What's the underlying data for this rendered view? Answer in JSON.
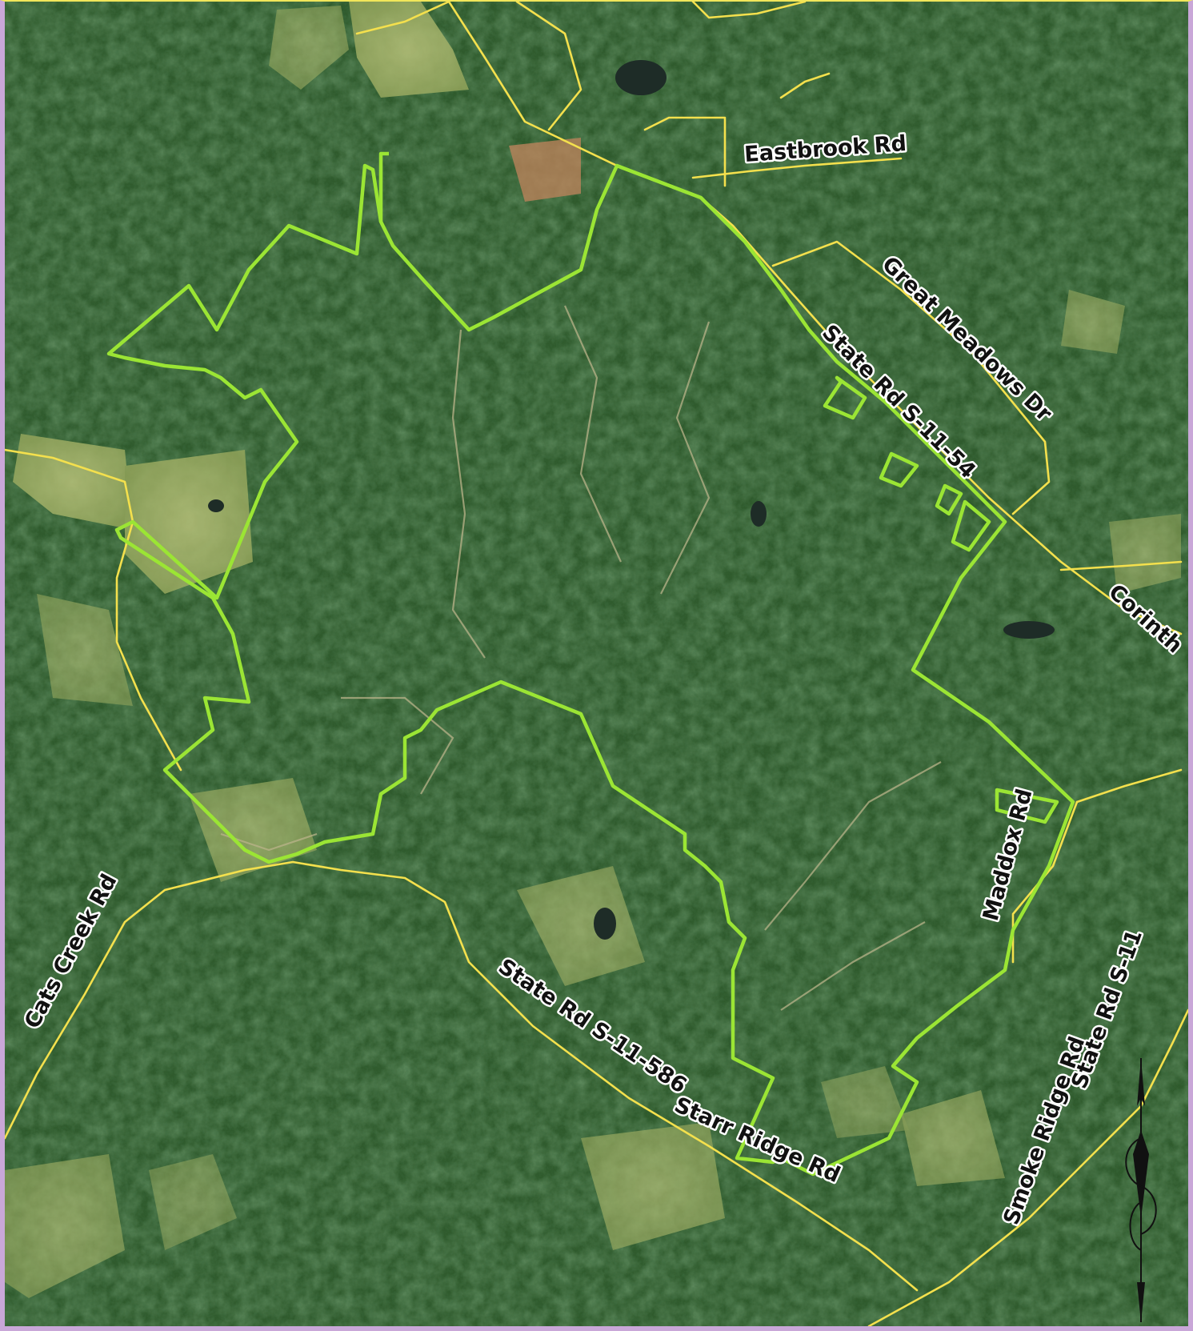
{
  "map": {
    "style": "aerial-imagery",
    "boundary_color": "#9be534",
    "road_color": "#f4e04d",
    "labels": {
      "eastbrook": "Eastbrook Rd",
      "great_meadows": "Great Meadows Dr",
      "state_rd_54": "State Rd S-11-54",
      "corinth": "Corinth",
      "maddox": "Maddox Rd",
      "cats_creek": "Cats Creek Rd",
      "state_rd_586": "State Rd S-11-586",
      "starr_ridge": "Starr Ridge Rd",
      "smoke_ridge": "Smoke Ridge Rd",
      "state_rd_s11": "State Rd S-11"
    },
    "north_arrow_icon": "north-arrow-icon"
  }
}
